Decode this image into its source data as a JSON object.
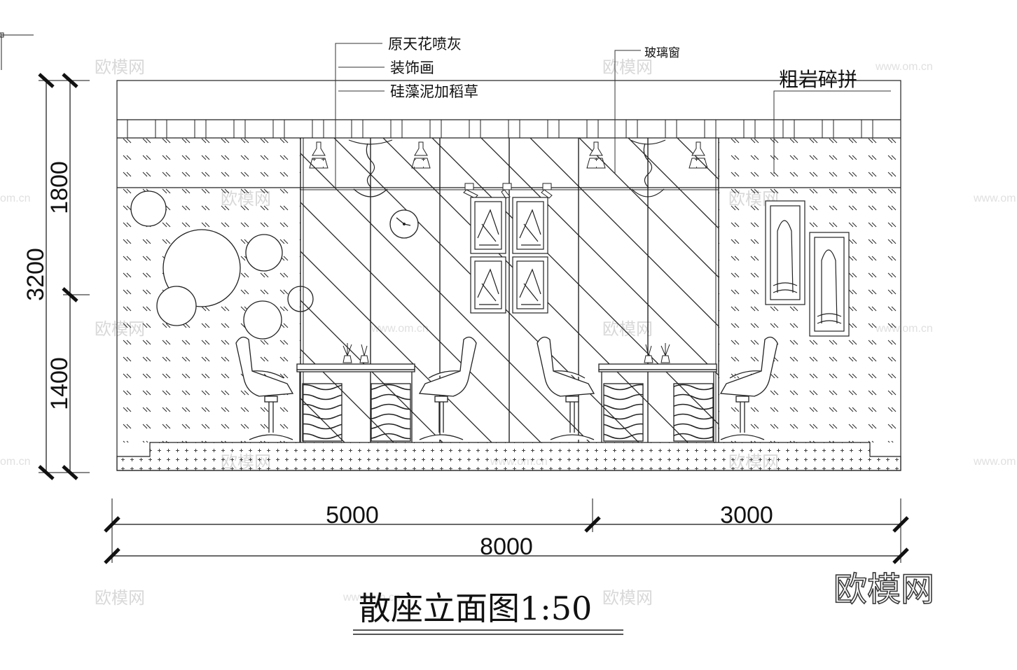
{
  "labels": {
    "ceiling_spray": "原天花喷灰",
    "decor_painting": "装饰画",
    "diatom_mud": "硅藻泥加稻草",
    "glass_window": "玻璃窗",
    "rough_rock": "粗岩碎拼"
  },
  "dimensions": {
    "total_height": "3200",
    "upper_height": "1800",
    "lower_height": "1400",
    "width_left": "5000",
    "width_right": "3000",
    "total_width": "8000"
  },
  "title": "散座立面图1:50",
  "watermark": {
    "brand": "欧模网",
    "site": "www.om.cn",
    "site_short": "om.cn"
  }
}
